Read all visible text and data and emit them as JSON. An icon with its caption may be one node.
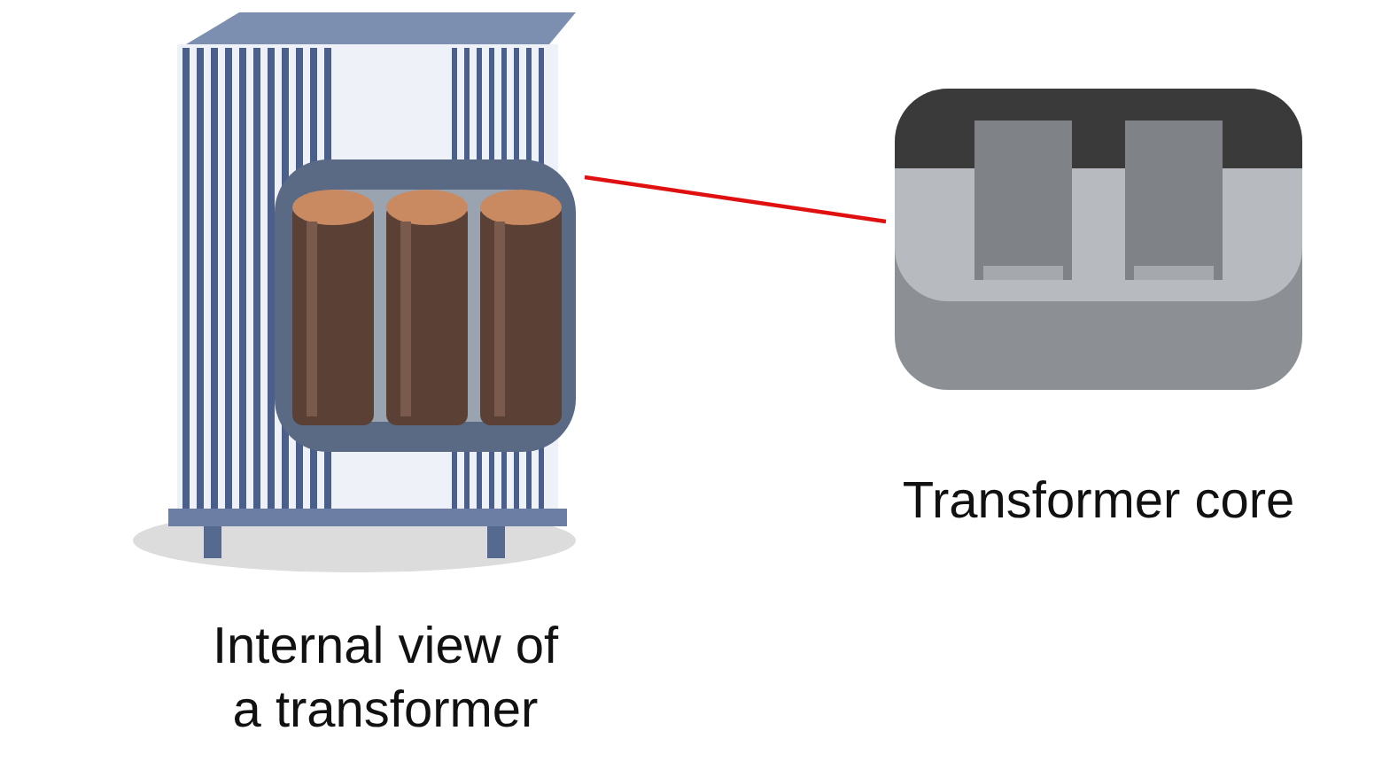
{
  "diagram": {
    "nodes": [
      {
        "text": [],
        "shape": "picture",
        "beside": [
          "Internal view of a transformer"
        ]
      },
      {
        "text": [],
        "shape": "picture",
        "in": 0
      },
      {
        "text": [],
        "shape": "picture",
        "beside": [
          "Transformer core"
        ]
      }
    ],
    "edges": [
      {
        "from": 1,
        "to": 2,
        "arrow": "none",
        "color": "#e01010"
      }
    ]
  }
}
